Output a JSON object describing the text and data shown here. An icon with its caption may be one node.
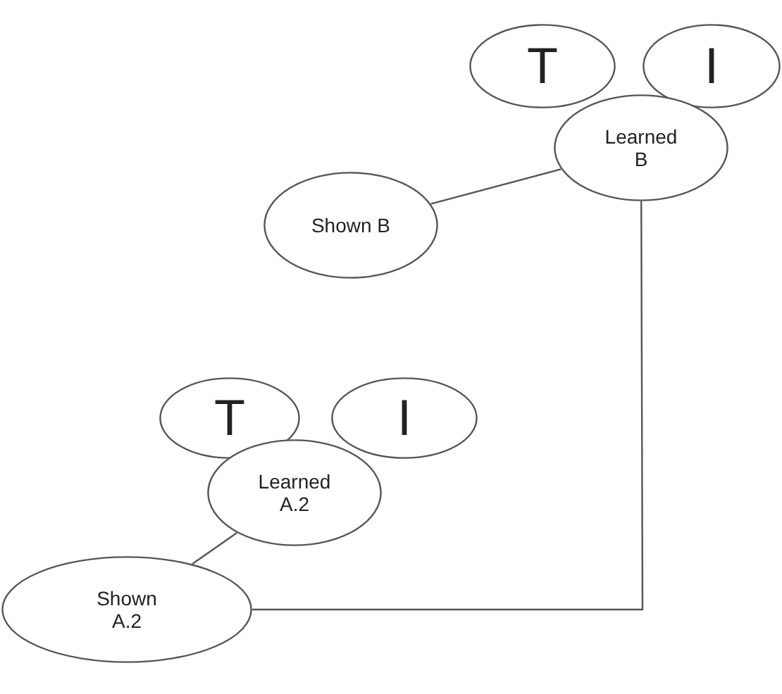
{
  "diagram": {
    "nodes": [
      {
        "text": [
          "T"
        ]
      },
      {
        "text": [
          "I"
        ]
      },
      {
        "text": [
          "Learned B"
        ]
      },
      {
        "text": [
          "Shown B"
        ]
      },
      {
        "text": [
          "T"
        ]
      },
      {
        "text": [
          "I"
        ]
      },
      {
        "text": [
          "Learned A.2"
        ]
      },
      {
        "text": [
          "Shown A.2"
        ]
      }
    ],
    "edges": [
      {
        "from": 2,
        "to": 3,
        "arrow": "none"
      },
      {
        "from": 2,
        "to": 7,
        "arrow": "none"
      },
      {
        "from": 6,
        "to": 7,
        "arrow": "none"
      }
    ]
  }
}
